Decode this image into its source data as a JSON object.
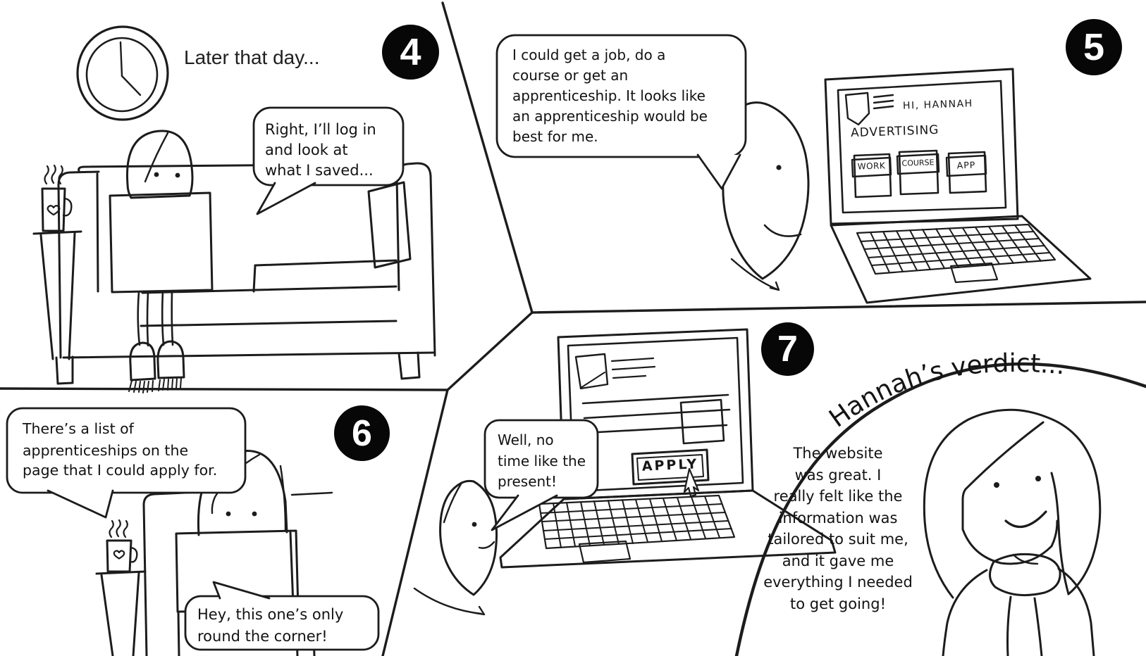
{
  "colors": {
    "ink": "#1c1c1c",
    "paper": "#ffffff",
    "badge_bg": "#070707",
    "badge_fg": "#ffffff"
  },
  "panel4": {
    "number": "4",
    "caption": "Later that day...",
    "bubble_lines": [
      "Right, I’ll log in",
      "and look at",
      "what I saved..."
    ]
  },
  "panel5": {
    "number": "5",
    "bubble_lines": [
      "I could get a job, do a",
      "course or get an",
      "apprenticeship. It looks like",
      "an apprenticeship would be",
      "best for me."
    ],
    "screen": {
      "greeting": "HI, HANNAH",
      "heading": "ADVERTISING",
      "cards": [
        "WORK",
        "COURSE",
        "APP"
      ]
    }
  },
  "panel6": {
    "number": "6",
    "bubble_top_lines": [
      "There’s a list of",
      "apprenticeships on the",
      "page that I could apply for."
    ],
    "bubble_bottom_lines": [
      "Hey, this one’s only",
      "round the corner!"
    ]
  },
  "panel7": {
    "number": "7",
    "bubble_lines": [
      "Well, no",
      "time like the",
      "present!"
    ],
    "screen": {
      "apply_label": "APPLY"
    }
  },
  "verdict": {
    "title": "Hannah’s verdict...",
    "quote_lines": [
      "The website",
      "was great. I",
      "really felt like the",
      "information was",
      "tailored to suit me,",
      "and it gave me",
      "everything I needed",
      "to get going!"
    ]
  }
}
